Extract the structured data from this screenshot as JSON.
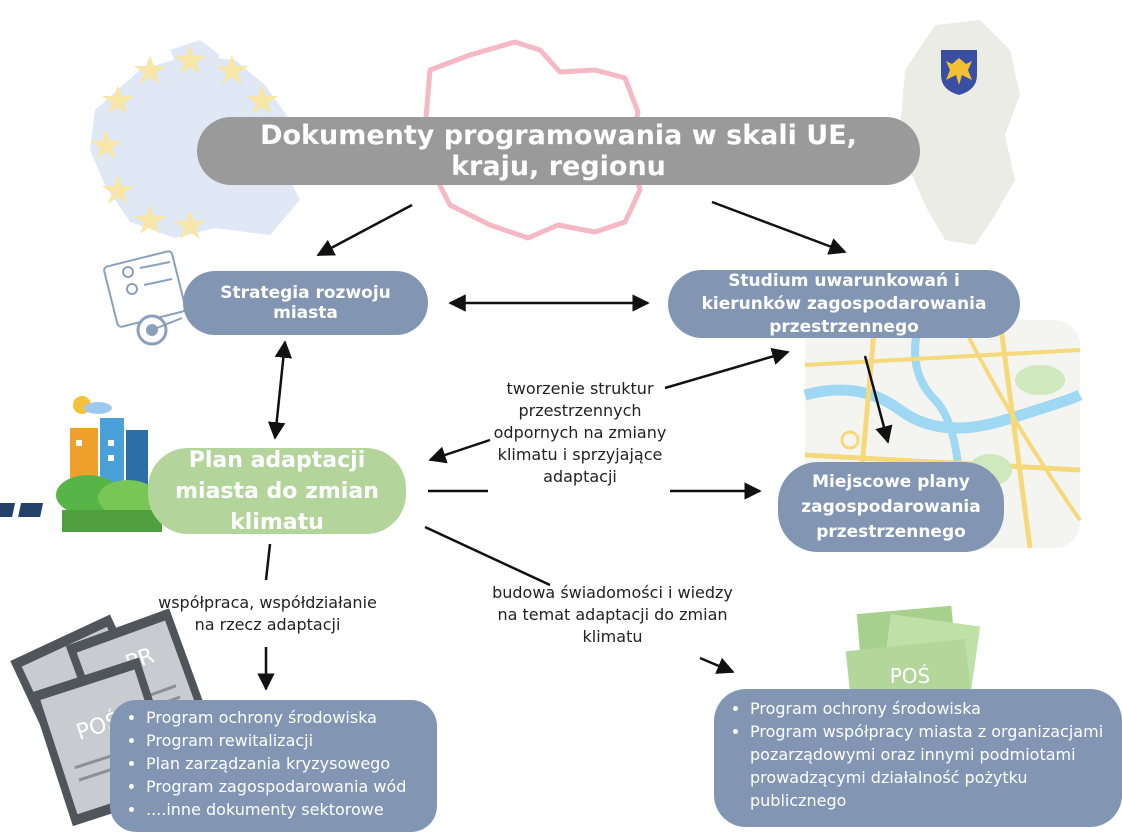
{
  "title": "Dokumenty programowania w skali UE, kraju, regionu",
  "nodes": {
    "strategy": "Strategia rozwoju miasta",
    "study": "Studium uwarunkowań i kierunków zagospodarowania przestrzennego",
    "adaptation_plan": "Plan adaptacji miasta do zmian klimatu",
    "local_plans": "Miejscowe plany zagospodarowania przestrzennego"
  },
  "edge_labels": {
    "structures": "tworzenie struktur przestrzennych odpornych na zmiany klimatu i sprzyjające adaptacji",
    "cooperation": "współpraca, współdziałanie na rzecz adaptacji",
    "awareness": "budowa świadomości i wiedzy na temat adaptacji do zmian klimatu"
  },
  "left_documents": [
    "Program ochrony środowiska",
    "Program rewitalizacji",
    "Plan zarządzania kryzysowego",
    "Program zagospodarowania wód",
    "....inne dokumenty sektorowe"
  ],
  "right_documents": [
    "Program ochrony środowiska",
    "Program współpracy miasta z organizacjami pozarządowymi oraz innymi podmiotami prowadzącymi działalność pożytku publicznego"
  ],
  "doc_stamps": {
    "left_back": "PR",
    "left_front": "POŚ",
    "right_front": "POŚ"
  },
  "colors": {
    "title_pill": "#9a9a9a",
    "slate_pill": "#8296b4",
    "green_pill": "#b3d49b",
    "arrow": "#111111"
  }
}
